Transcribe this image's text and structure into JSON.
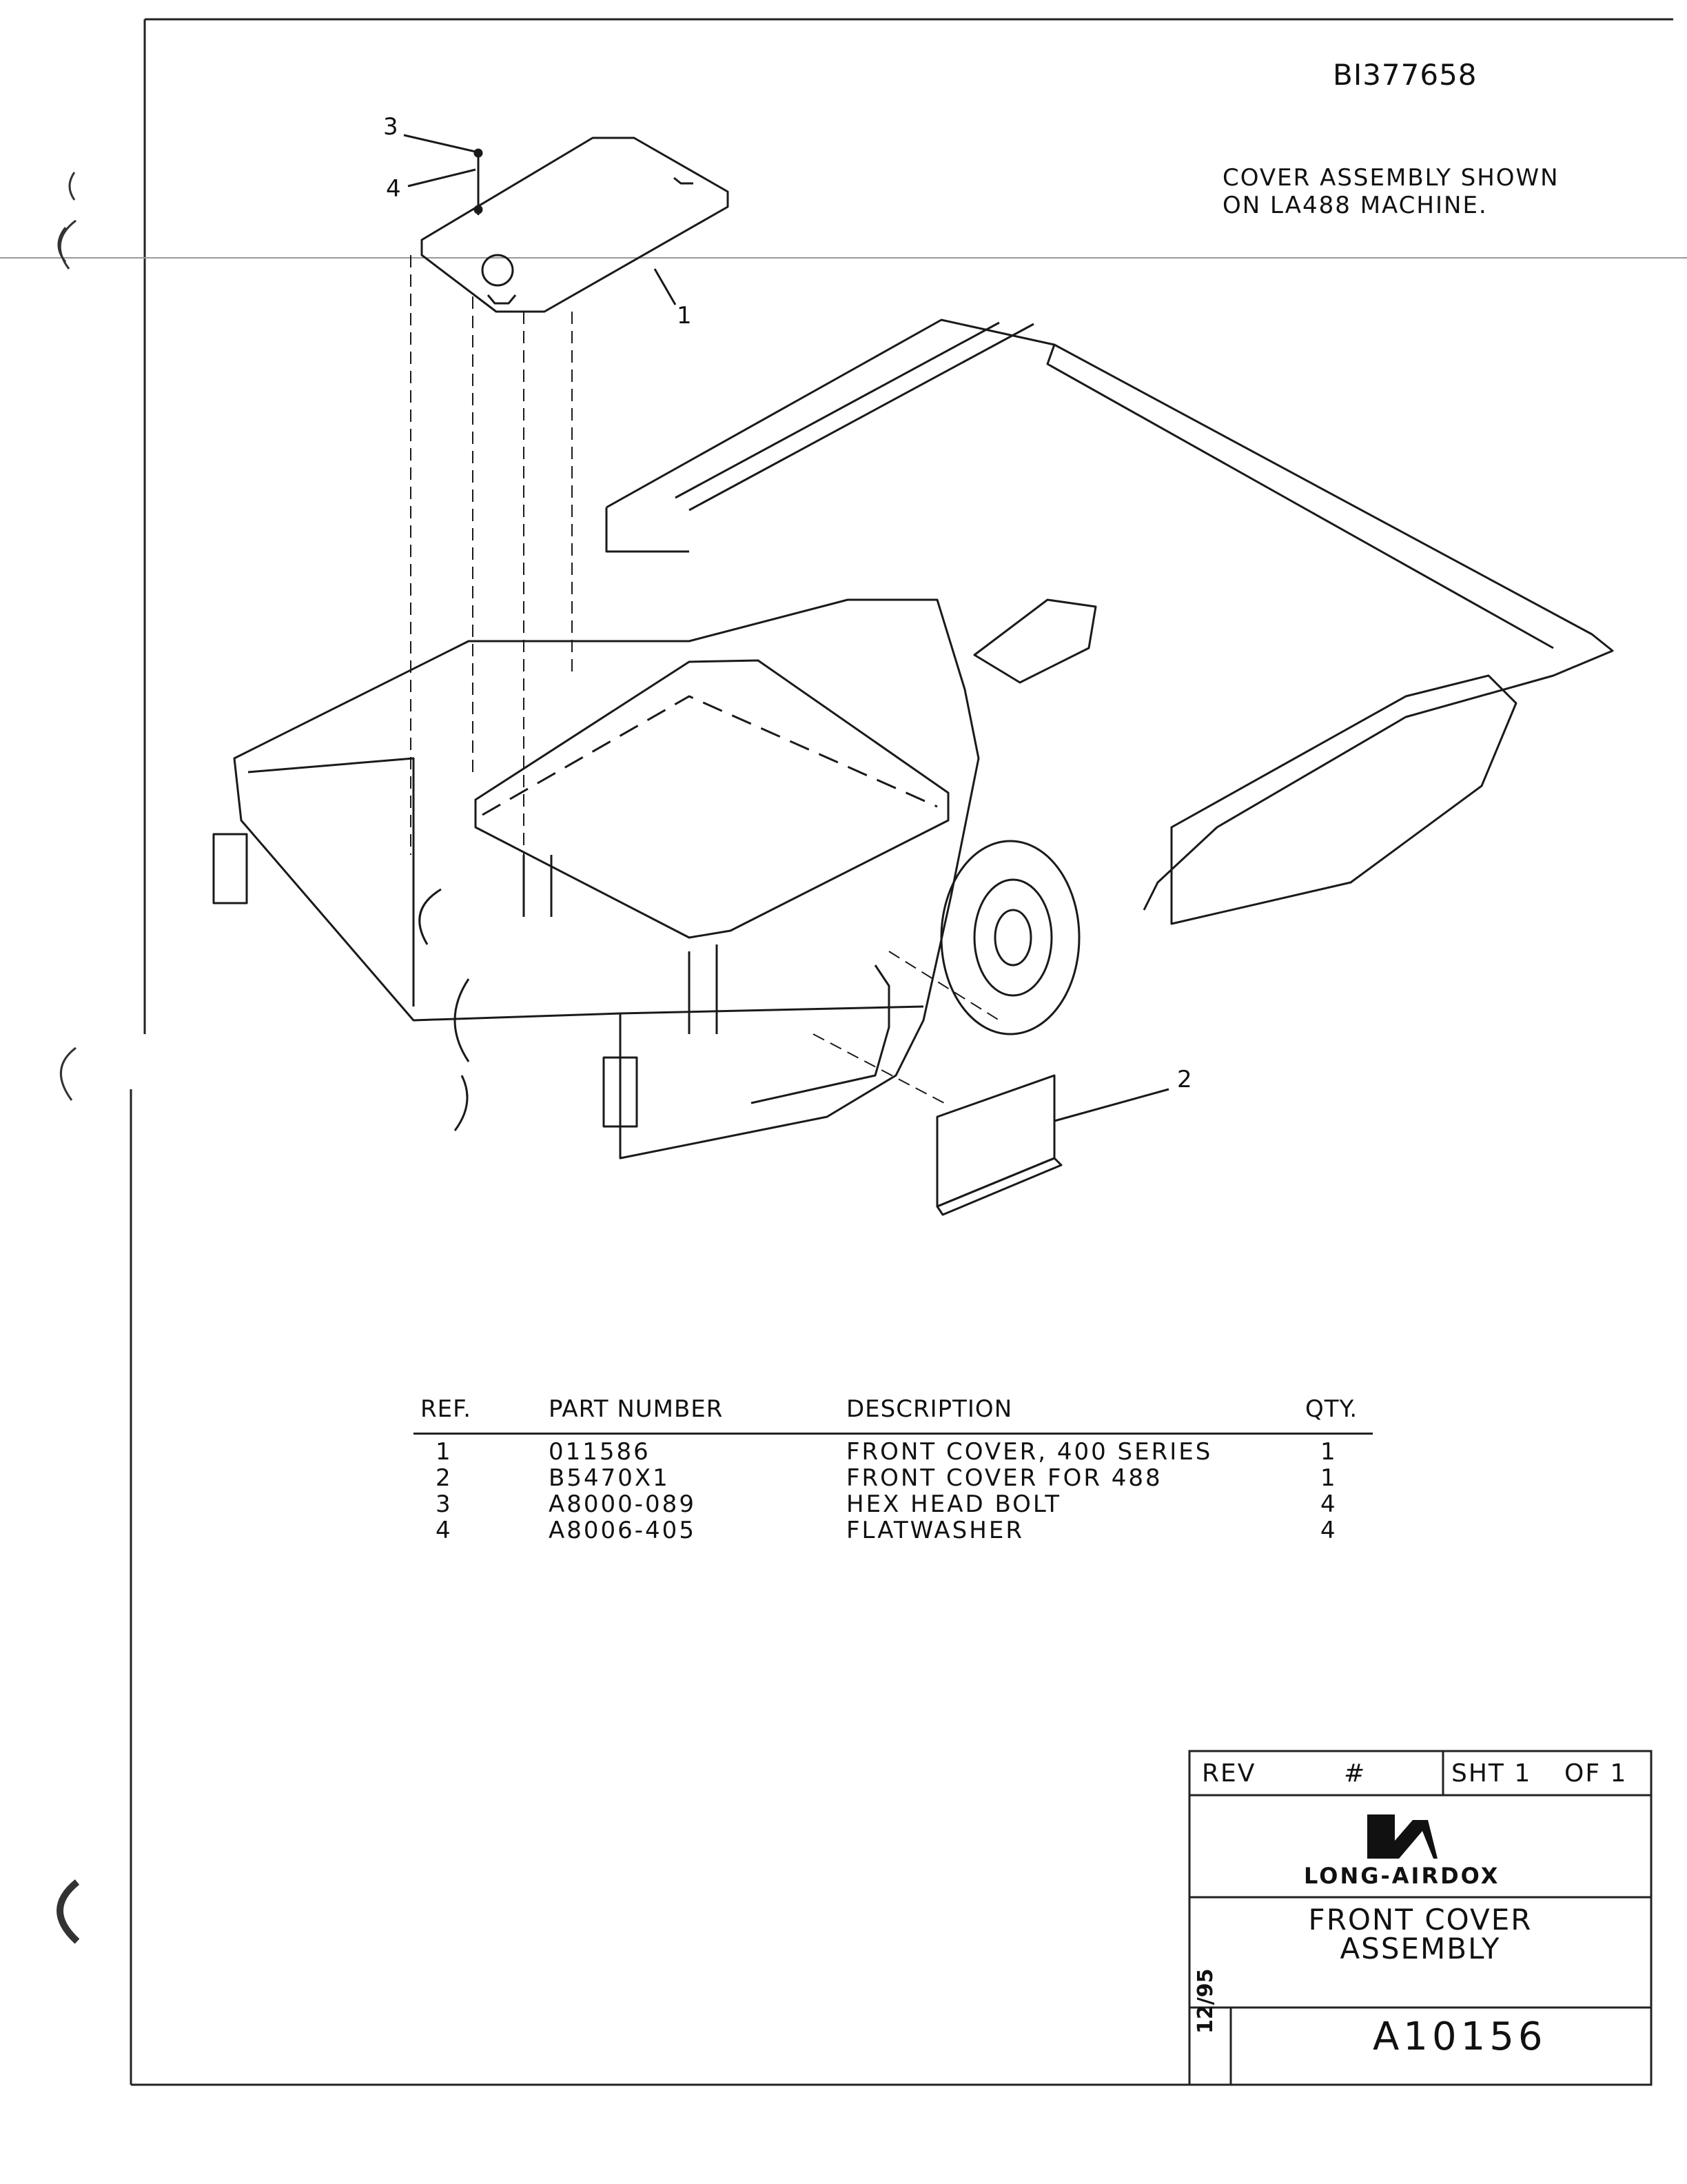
{
  "document_id": "BI377658",
  "note": [
    "COVER ASSEMBLY SHOWN",
    "ON LA488 MACHINE."
  ],
  "callouts": [
    "3",
    "4",
    "1",
    "2"
  ],
  "parts_table": {
    "headers": {
      "ref": "REF.",
      "part_number": "PART NUMBER",
      "description": "DESCRIPTION",
      "qty": "QTY."
    },
    "rows": [
      {
        "ref": "1",
        "part_number": "011586",
        "description": "FRONT COVER, 400 SERIES",
        "qty": "1"
      },
      {
        "ref": "2",
        "part_number": "B5470X1",
        "description": "FRONT COVER FOR 488",
        "qty": "1"
      },
      {
        "ref": "3",
        "part_number": "A8000-089",
        "description": "HEX HEAD BOLT",
        "qty": "4"
      },
      {
        "ref": "4",
        "part_number": "A8006-405",
        "description": "FLATWASHER",
        "qty": "4"
      }
    ]
  },
  "title_block": {
    "rev_label": "REV",
    "rev_value": "#",
    "sheet_label": "SHT 1",
    "of_label": "OF 1",
    "company": "LONG-AIRDOX",
    "title": [
      "FRONT COVER",
      "ASSEMBLY"
    ],
    "date": "12/95",
    "drawing_number": "A10156"
  }
}
